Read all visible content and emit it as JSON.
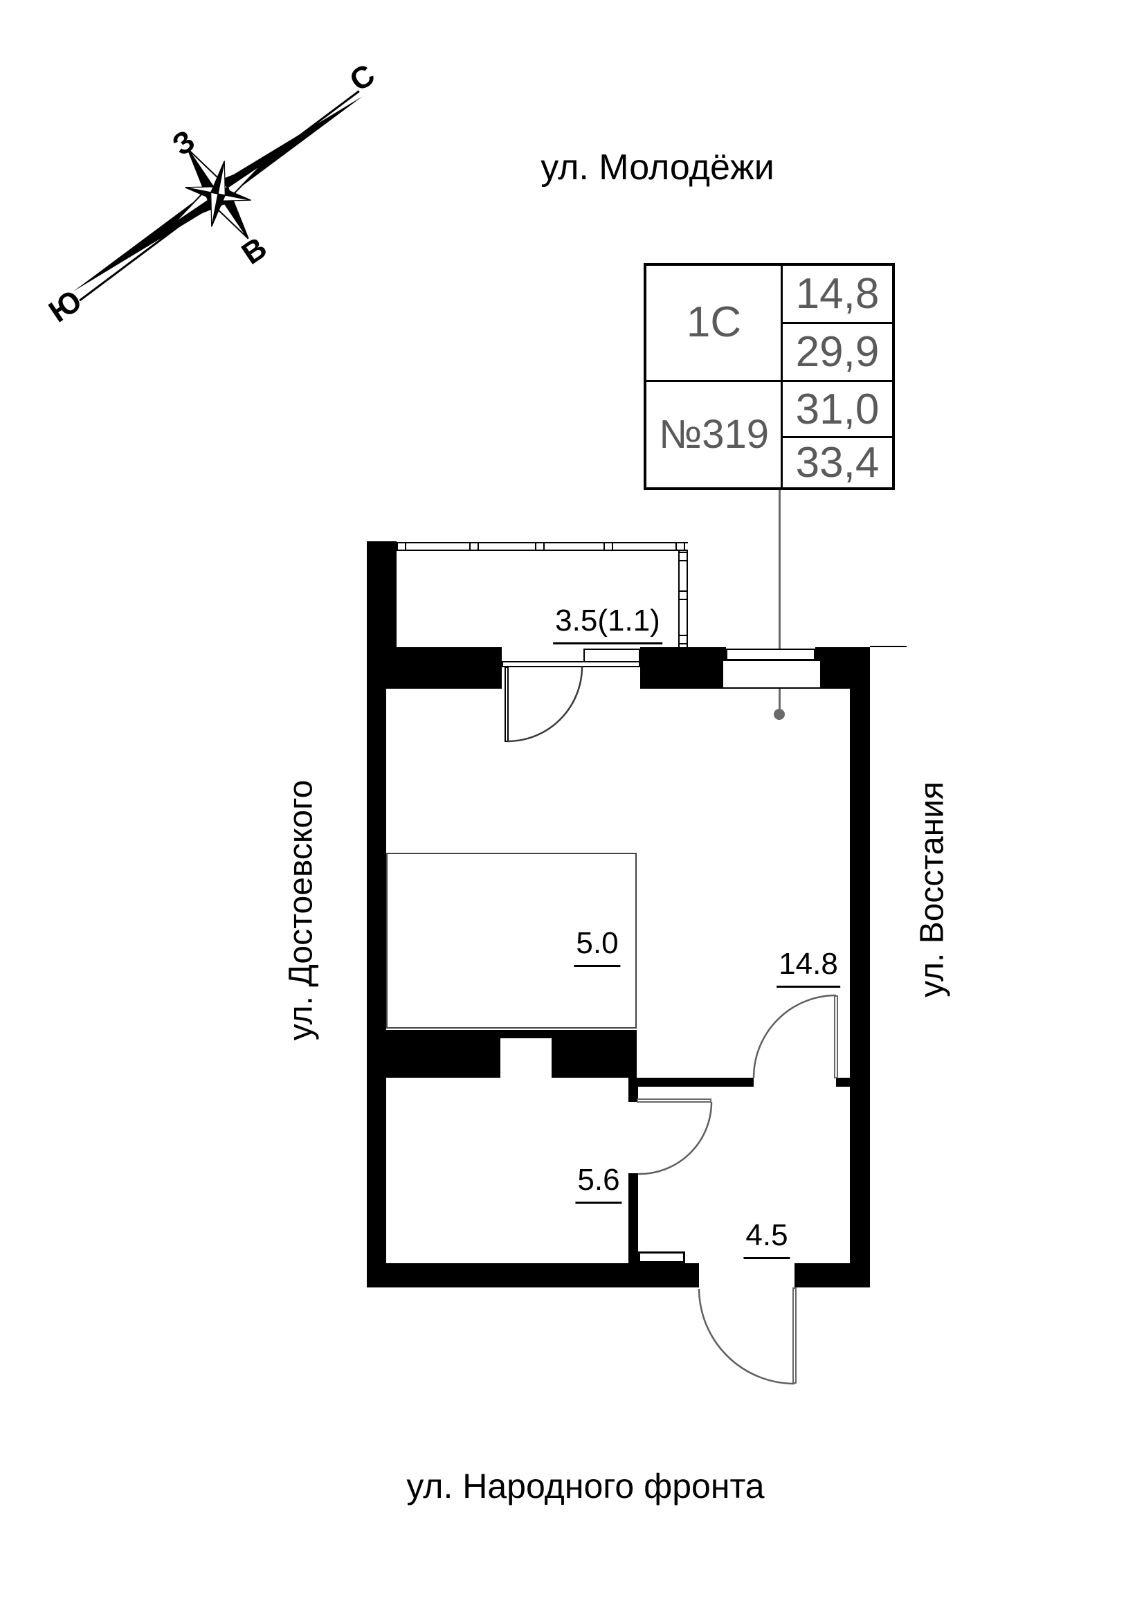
{
  "compass": {
    "north": "С",
    "south": "Ю",
    "west": "З",
    "east": "В"
  },
  "streets": {
    "top": "ул. Молодёжи",
    "left": "ул. Достоевского",
    "right": "ул. Восстания",
    "bottom": "ул. Народного фронта"
  },
  "info_table": {
    "type": "1С",
    "number": "№319",
    "areas": [
      "14,8",
      "29,9",
      "31,0",
      "33,4"
    ]
  },
  "rooms": {
    "balcony": "3.5(1.1)",
    "kitchen_zone": "5.0",
    "living": "14.8",
    "bathroom": "5.6",
    "hall": "4.5"
  },
  "colors": {
    "wall": "#000000",
    "table_text": "#5a5a5a",
    "leader": "#6b6b6b",
    "door_arc": "#5f5f5f"
  }
}
